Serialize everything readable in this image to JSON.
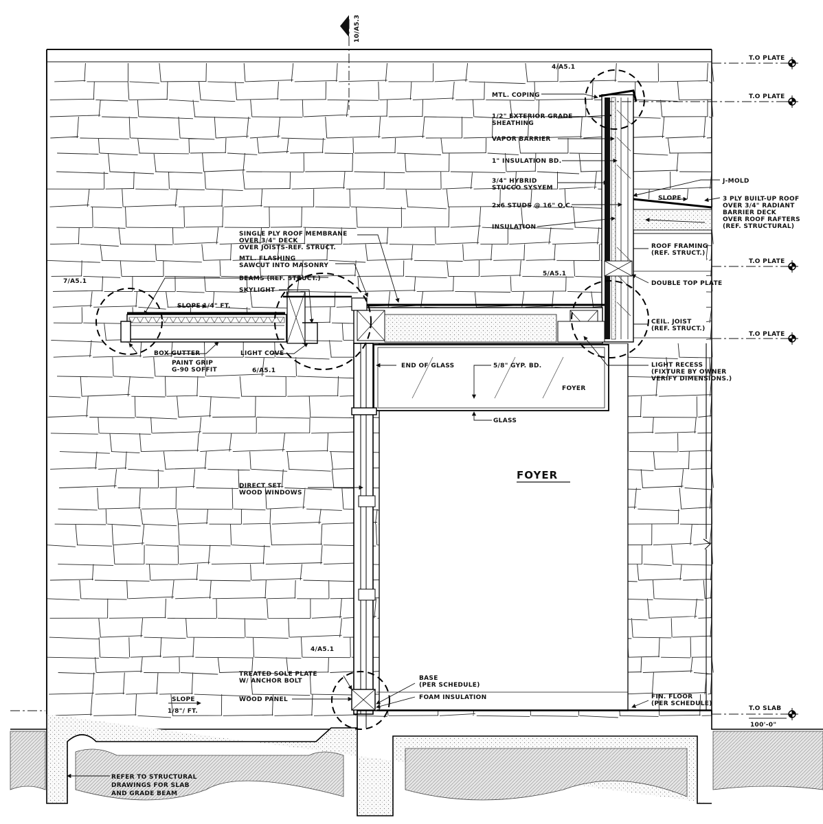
{
  "section_marker": "10/A5.3",
  "room_name": "FOYER",
  "callouts": {
    "c1": "7/A5.1",
    "c2": "6/A5.1",
    "c3": "5/A5.1",
    "c4": "4/A5.1",
    "c5": "4/A5.1"
  },
  "level_marks": {
    "l1": "T.O PLATE",
    "l2": "T.O PLATE",
    "l3": "T.O PLATE",
    "l4": "T.O PLATE",
    "l5": "T.O SLAB",
    "l5b": "100'-0\""
  },
  "parapet_notes": {
    "n1": "MTL. COPING",
    "n2a": "1/2\" EXTERIOR GRADE",
    "n2b": "SHEATHING",
    "n3": "VAPOR BARRIER",
    "n4": "1\" INSULATION BD.",
    "n5a": "3/4\" HYBRID",
    "n5b": "STUCCO SYSYEM",
    "n6": "2x6 STUDS @ 16\" O.C.",
    "n7": "INSULATION"
  },
  "right_notes": {
    "r1": "J-MOLD",
    "r2a": "3 PLY BUILT-UP ROOF",
    "r2b": "OVER 3/4\" RADIANT",
    "r2c": "BARRIER DECK",
    "r2d": "OVER ROOF RAFTERS",
    "r2e": "(REF. STRUCTURAL)",
    "r3a": "ROOF FRAMING",
    "r3b": "(REF. STRUCT.)",
    "r4": "DOUBLE TOP PLATE",
    "r5a": "CEIL. JOIST",
    "r5b": "(REF. STRUCT.)",
    "r6a": "LIGHT RECESS",
    "r6b": "(FIXTURE BY OWNER",
    "r6c": "VERIFY DIMENSIONS.)",
    "slope": "SLOPE"
  },
  "center_notes": {
    "m1a": "SINGLE PLY ROOF MEMBRANE",
    "m1b": "OVER 3/4\" DECK",
    "m1c": "OVER JOISTS-REF. STRUCT.",
    "m2a": "MTL. FLASHING",
    "m2b": "SAWCUT INTO MASONRY",
    "m3": "BEAMS (REF. STRUCT.)",
    "m4": "SKYLIGHT",
    "m5": "SLOPE 1/4\" FT.",
    "m6": "BOX GUTTER",
    "m7a": "PAINT GRIP",
    "m7b": "G-90 SOFFIT",
    "m8": "LIGHT COVE",
    "m9": "END OF GLASS",
    "m10": "5/8\" GYP. BD.",
    "m11": "FOYER",
    "m12": "GLASS",
    "m13a": "DIRECT SET",
    "m13b": "WOOD WINDOWS"
  },
  "base_notes": {
    "b1a": "TREATED SOLE PLATE",
    "b1b": "W/ ANCHOR BOLT",
    "b2": "WOOD PANEL",
    "b3a": "BASE",
    "b3b": "(PER SCHEDULE)",
    "b4": "FOAM INSULATION",
    "b5a": "FIN. FLOOR",
    "b5b": "(PER SCHEDULE)",
    "b6a": "SLOPE",
    "b6b": "1/8\"/ FT.",
    "b7a": "REFER TO STRUCTURAL",
    "b7b": "DRAWINGS FOR SLAB",
    "b7c": "AND GRADE BEAM"
  }
}
